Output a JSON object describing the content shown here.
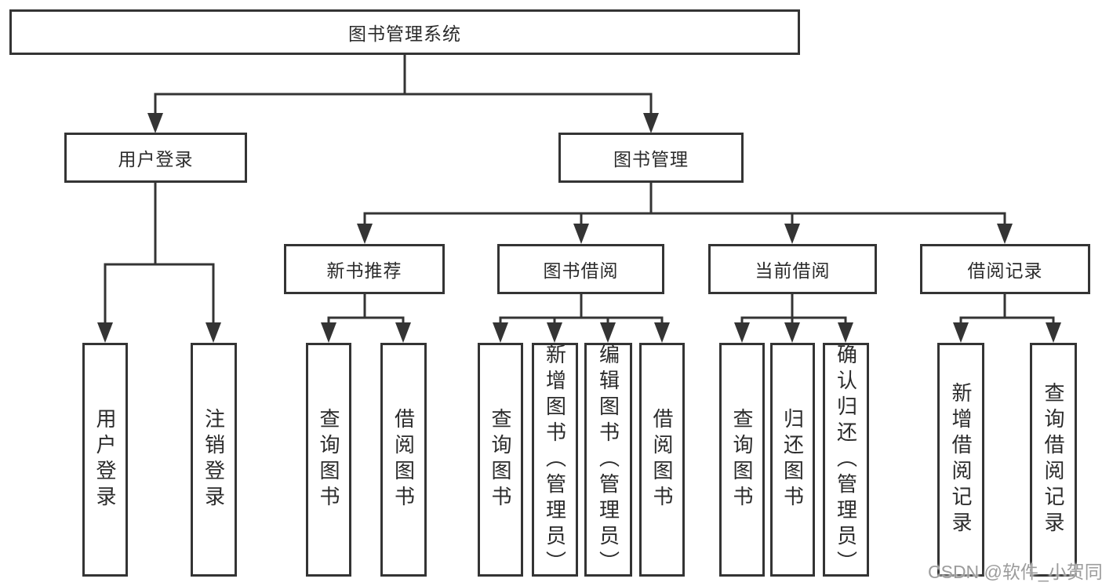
{
  "diagram": {
    "type": "hierarchy-tree",
    "levels": 4,
    "nodes": {
      "root": {
        "label": "图书管理系统"
      },
      "user_login": {
        "label": "用户登录"
      },
      "book_mgmt": {
        "label": "图书管理"
      },
      "new_book_rec": {
        "label": "新书推荐"
      },
      "book_borrow": {
        "label": "图书借阅"
      },
      "current_borrow": {
        "label": "当前借阅"
      },
      "borrow_record": {
        "label": "借阅记录"
      },
      "leaf_user_login": {
        "label": "用户登录"
      },
      "leaf_logout": {
        "label": "注销登录"
      },
      "leaf_query_book_rec": {
        "label": "查询图书"
      },
      "leaf_borrow_book_rec": {
        "label": "借阅图书"
      },
      "leaf_query_book_borrow": {
        "label": "查询图书"
      },
      "leaf_add_book": {
        "label": "新增图书（管理员）"
      },
      "leaf_edit_book": {
        "label": "编辑图书（管理员）"
      },
      "leaf_borrow_book_borrow": {
        "label": "借阅图书"
      },
      "leaf_query_book_current": {
        "label": "查询图书"
      },
      "leaf_return_book": {
        "label": "归还图书"
      },
      "leaf_confirm_return": {
        "label": "确认归还（管理员）"
      },
      "leaf_add_borrow_record": {
        "label": "新增借阅记录"
      },
      "leaf_query_borrow_record": {
        "label": "查询借阅记录"
      }
    },
    "edges": [
      [
        "root",
        "user_login"
      ],
      [
        "root",
        "book_mgmt"
      ],
      [
        "user_login",
        "leaf_user_login"
      ],
      [
        "user_login",
        "leaf_logout"
      ],
      [
        "book_mgmt",
        "new_book_rec"
      ],
      [
        "book_mgmt",
        "book_borrow"
      ],
      [
        "book_mgmt",
        "current_borrow"
      ],
      [
        "book_mgmt",
        "borrow_record"
      ],
      [
        "new_book_rec",
        "leaf_query_book_rec"
      ],
      [
        "new_book_rec",
        "leaf_borrow_book_rec"
      ],
      [
        "book_borrow",
        "leaf_query_book_borrow"
      ],
      [
        "book_borrow",
        "leaf_add_book"
      ],
      [
        "book_borrow",
        "leaf_edit_book"
      ],
      [
        "book_borrow",
        "leaf_borrow_book_borrow"
      ],
      [
        "current_borrow",
        "leaf_query_book_current"
      ],
      [
        "current_borrow",
        "leaf_return_book"
      ],
      [
        "current_borrow",
        "leaf_confirm_return"
      ],
      [
        "borrow_record",
        "leaf_add_borrow_record"
      ],
      [
        "borrow_record",
        "leaf_query_borrow_record"
      ]
    ],
    "colors": {
      "line": "#343434",
      "box_border": "#343434",
      "box_fill": "#ffffff",
      "text": "#2b2b2b",
      "background": "#ffffff",
      "watermark_text_color": "#9c9c9c"
    }
  },
  "watermark": {
    "text": "CSDN @软件_小贺同学"
  }
}
